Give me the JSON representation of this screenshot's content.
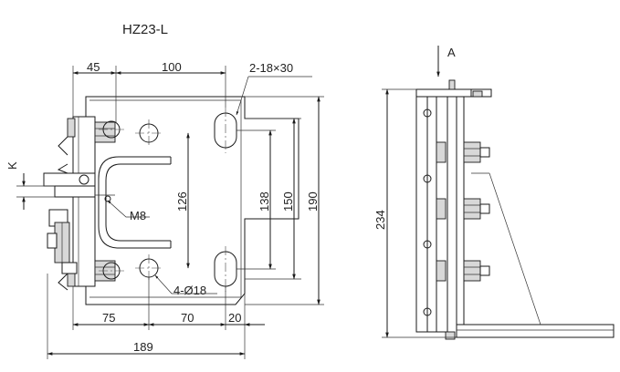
{
  "title": "HZ23-L",
  "view_label": "A",
  "front": {
    "dims": {
      "d45": "45",
      "d100": "100",
      "slot": "2-18×30",
      "k": "K",
      "d126": "126",
      "d138": "138",
      "d150": "150",
      "d190": "190",
      "m8": "M8",
      "holes": "4-Ø18",
      "d75": "75",
      "d70": "70",
      "d20": "20",
      "d189": "189"
    }
  },
  "side": {
    "dims": {
      "d234": "234"
    }
  }
}
